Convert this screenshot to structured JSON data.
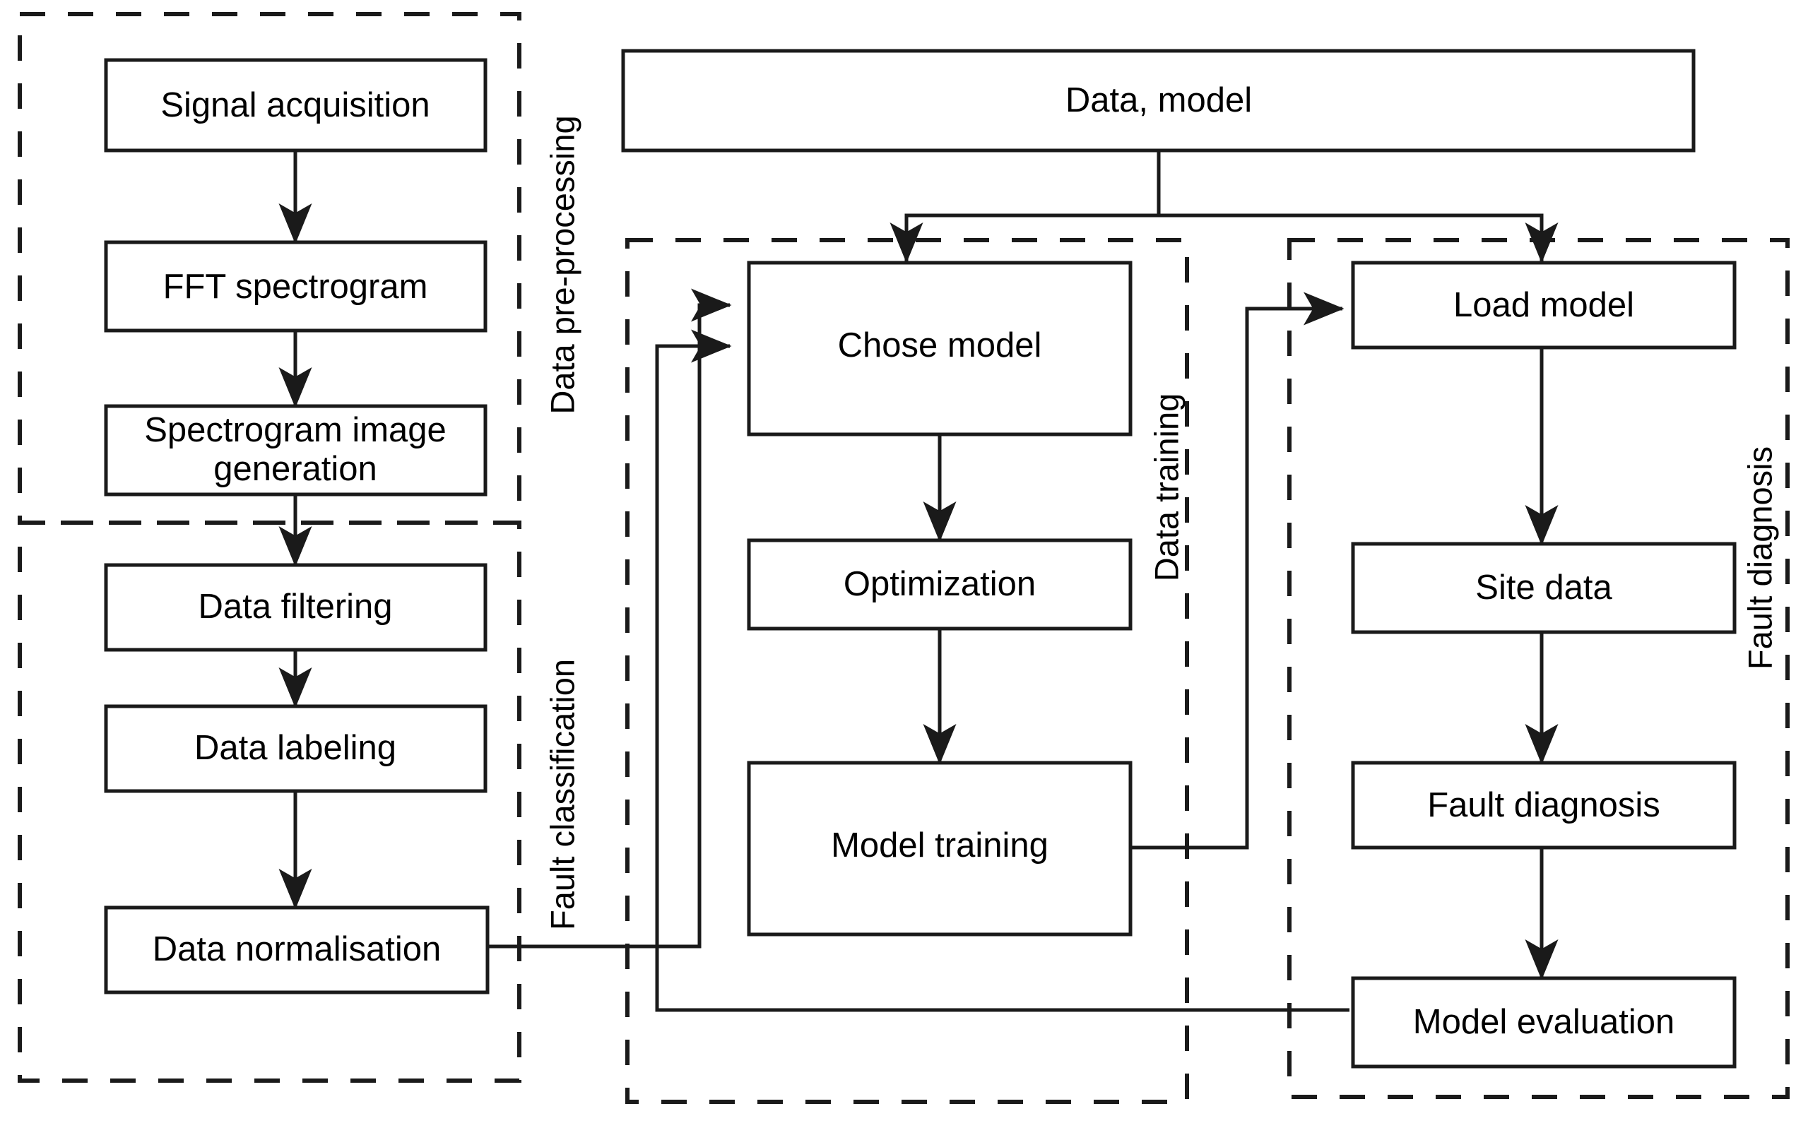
{
  "diagram": {
    "title": "Fault diagnosis workflow flowchart",
    "stroke_color": "#1a1a1a",
    "background_color": "#ffffff"
  },
  "groups": [
    {
      "id": "data-pre-processing",
      "label": "Data pre-processing"
    },
    {
      "id": "fault-classification",
      "label": "Fault classification"
    },
    {
      "id": "data-training",
      "label": "Data training"
    },
    {
      "id": "fault-diagnosis",
      "label": "Fault diagnosis"
    }
  ],
  "nodes": [
    {
      "id": "signal-acquisition",
      "label": "Signal acquisition"
    },
    {
      "id": "fft-spectrogram",
      "label": "FFT spectrogram"
    },
    {
      "id": "spectrogram-image-generation-line1",
      "label": "Spectrogram image"
    },
    {
      "id": "spectrogram-image-generation-line2",
      "label": "generation"
    },
    {
      "id": "data-filtering",
      "label": "Data filtering"
    },
    {
      "id": "data-labeling",
      "label": "Data labeling"
    },
    {
      "id": "data-normalisation",
      "label": "Data normalisation"
    },
    {
      "id": "data-model",
      "label": "Data, model"
    },
    {
      "id": "chose-model",
      "label": "Chose model"
    },
    {
      "id": "optimization",
      "label": "Optimization"
    },
    {
      "id": "model-training",
      "label": "Model training"
    },
    {
      "id": "load-model",
      "label": "Load model"
    },
    {
      "id": "site-data",
      "label": "Site data"
    },
    {
      "id": "fault-diagnosis-node",
      "label": "Fault diagnosis"
    },
    {
      "id": "model-evaluation",
      "label": "Model evaluation"
    }
  ]
}
